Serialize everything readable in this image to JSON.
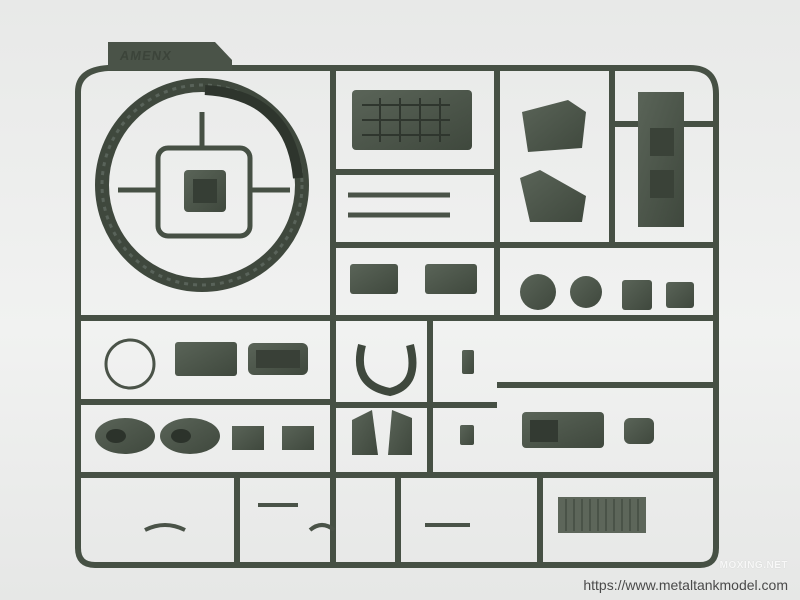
{
  "photo": {
    "subject": "plastic model kit sprue",
    "colors": {
      "background": "#eceded",
      "plastic": "#4a5348",
      "plastic_dark": "#3a4238",
      "plastic_light": "#646e62"
    }
  },
  "brand_mark": "AMENX",
  "watermark": "MOXING.NET",
  "source_url": "https://www.metaltankmodel.com"
}
